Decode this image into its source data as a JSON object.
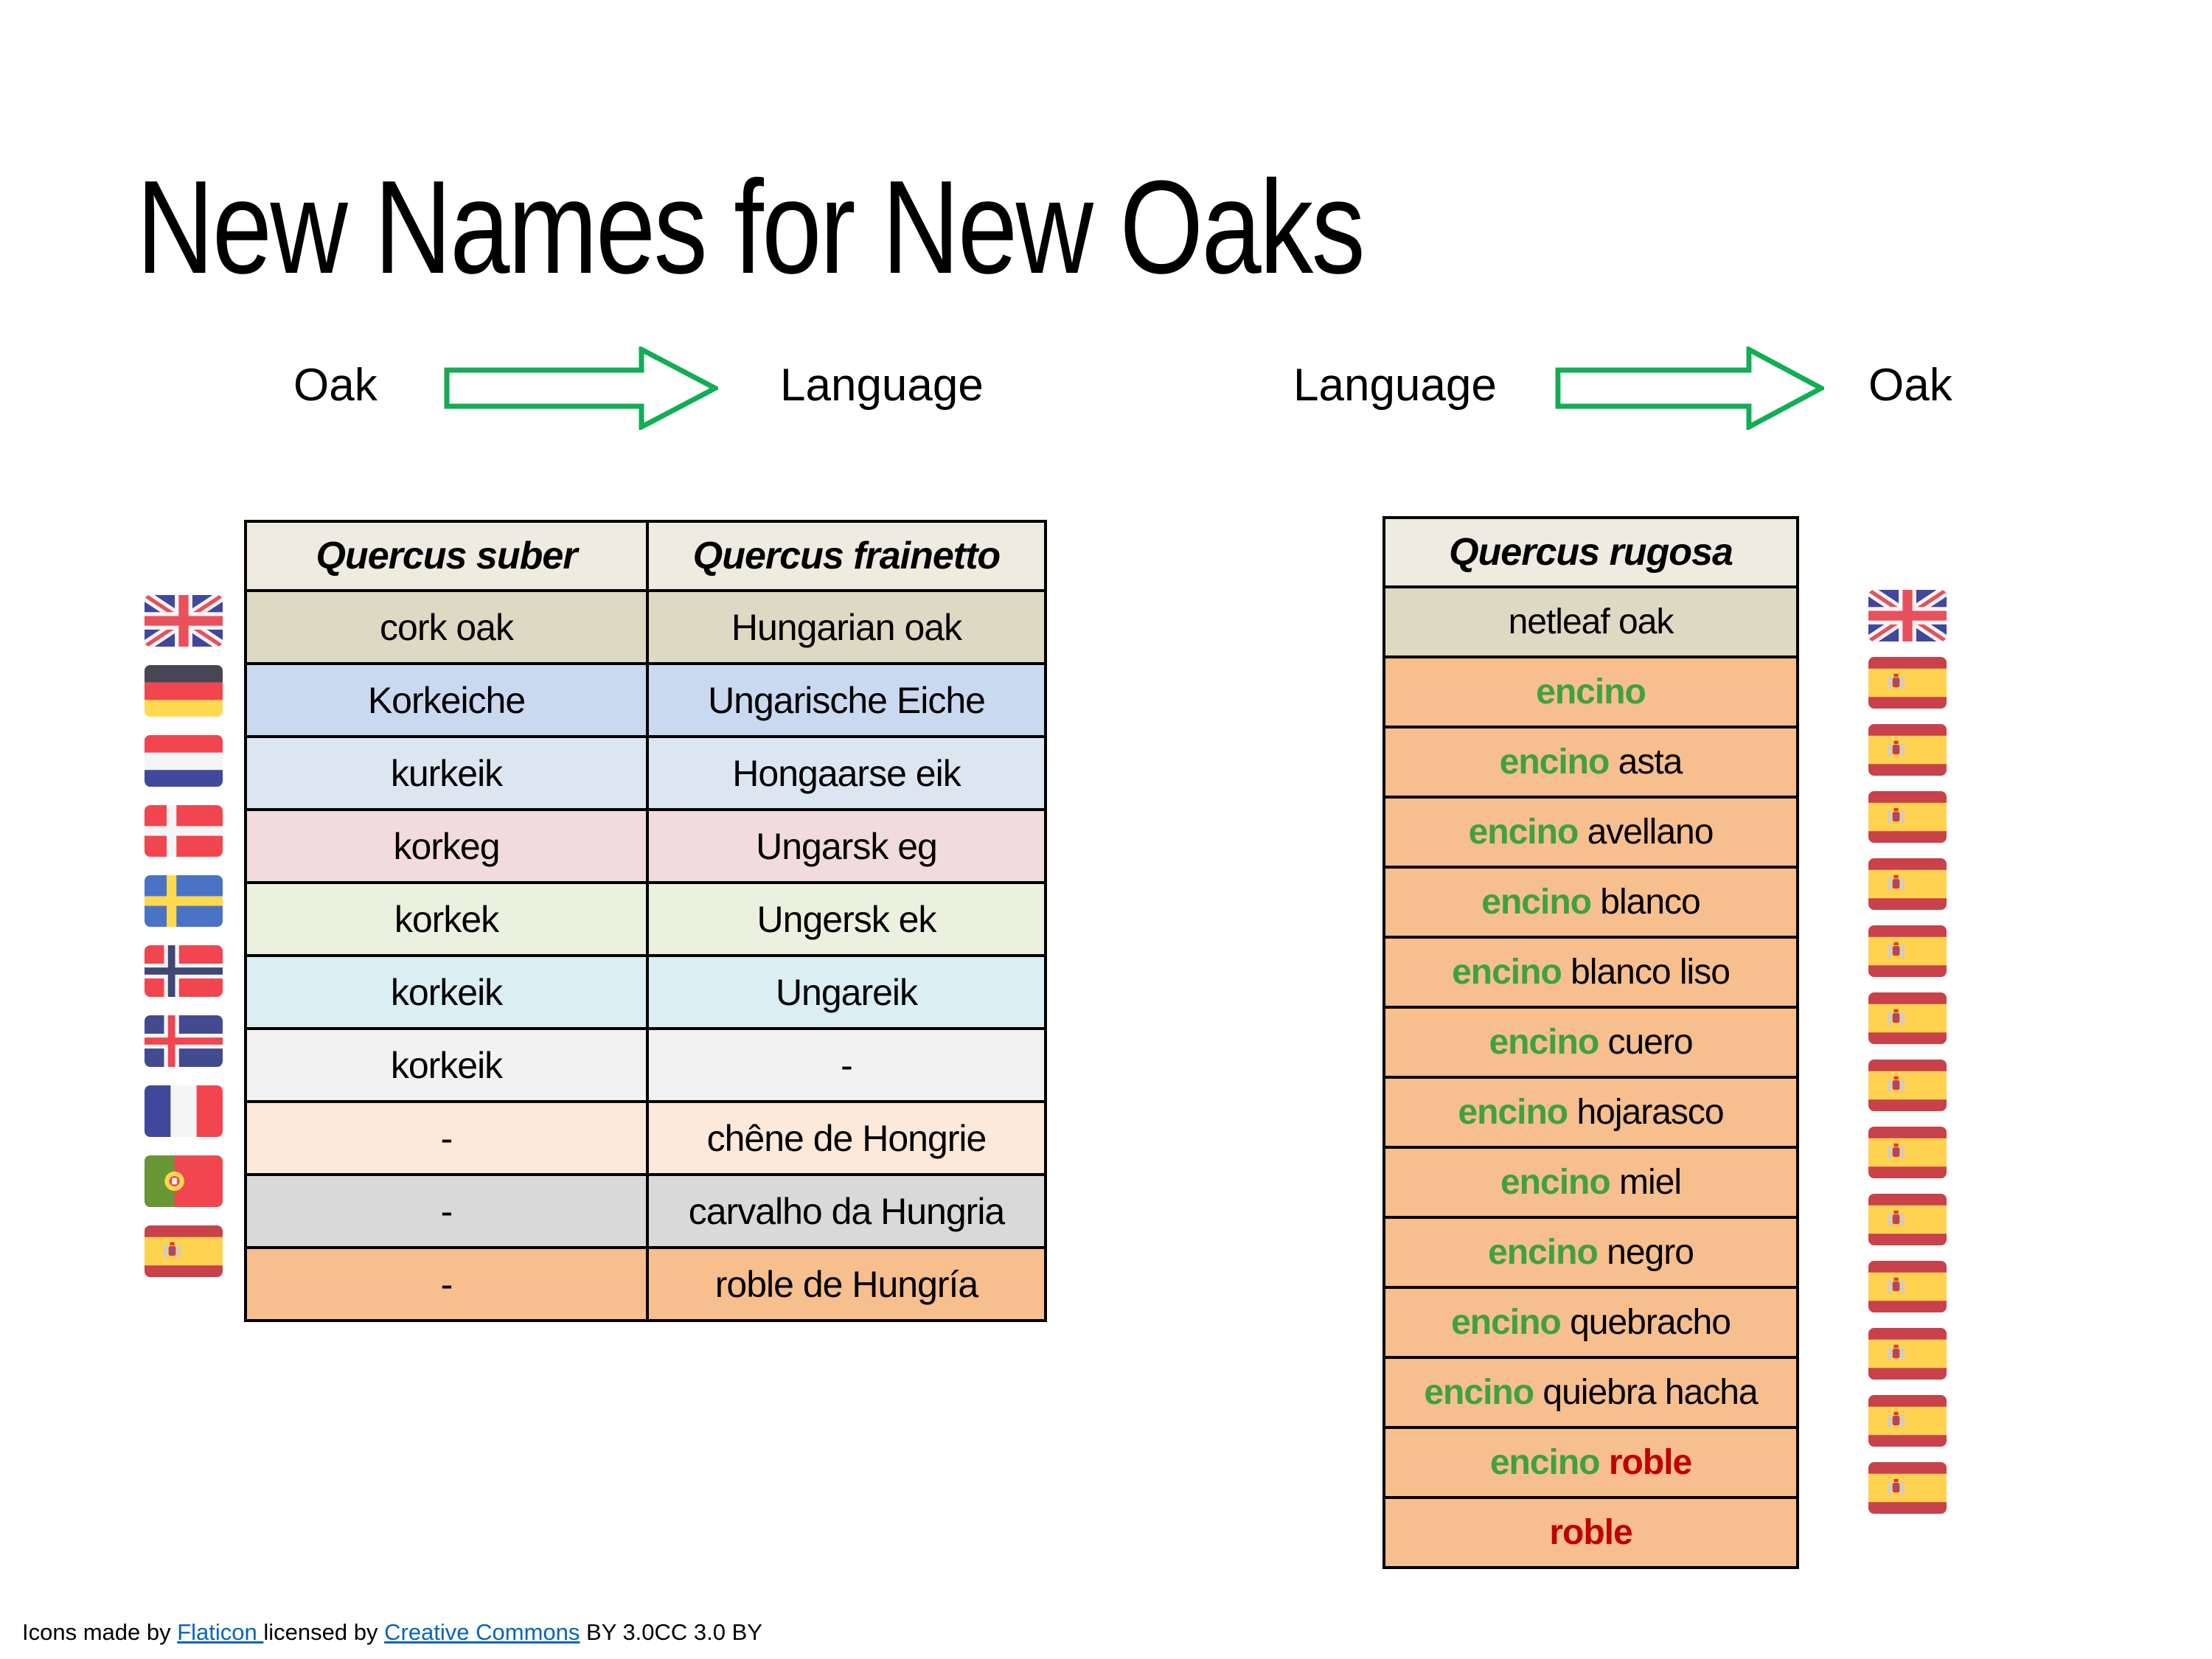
{
  "title": "New Names for New Oaks",
  "flows": [
    {
      "from": "Oak",
      "to": "Language"
    },
    {
      "from": "Language",
      "to": "Oak"
    }
  ],
  "colors": {
    "arrow_green": "#12AD55",
    "text_green": "#3EA23E",
    "text_red": "#C00000",
    "text_black": "#000000",
    "header_bg": "#EEECE1",
    "link_blue": "#0563C1"
  },
  "left_table": {
    "headers": [
      "Quercus suber",
      "Quercus frainetto"
    ],
    "rows": [
      {
        "flag": "united-kingdom",
        "cells": [
          "cork oak",
          "Hungarian oak"
        ],
        "bg": "#DDD9C3"
      },
      {
        "flag": "germany",
        "cells": [
          "Korkeiche",
          "Ungarische Eiche"
        ],
        "bg": "#C9D9F0"
      },
      {
        "flag": "netherlands",
        "cells": [
          "kurkeik",
          "Hongaarse eik"
        ],
        "bg": "#DCE6F1"
      },
      {
        "flag": "denmark",
        "cells": [
          "korkeg",
          "Ungarsk eg"
        ],
        "bg": "#F2DCDB"
      },
      {
        "flag": "sweden",
        "cells": [
          "korkek",
          "Ungersk ek"
        ],
        "bg": "#EBF1DE"
      },
      {
        "flag": "norway",
        "cells": [
          "korkeik",
          "Ungareik"
        ],
        "bg": "#DAEEF3"
      },
      {
        "flag": "iceland",
        "cells": [
          "korkeik",
          "-"
        ],
        "bg": "#F2F2F2"
      },
      {
        "flag": "france",
        "cells": [
          "-",
          "chêne de Hongrie"
        ],
        "bg": "#FDE9D9"
      },
      {
        "flag": "portugal",
        "cells": [
          "-",
          "carvalho da Hungria"
        ],
        "bg": "#D9D9D9"
      },
      {
        "flag": "spain",
        "cells": [
          "-",
          "roble de Hungría"
        ],
        "bg": "#F7BE8E"
      }
    ]
  },
  "right_table": {
    "header": "Quercus rugosa",
    "rows": [
      {
        "flag": "united-kingdom",
        "bg": "#DDD9C3",
        "parts": [
          {
            "text": "netleaf oak",
            "color": "black",
            "bold": false
          }
        ]
      },
      {
        "flag": "spain",
        "bg": "#F7BE8E",
        "parts": [
          {
            "text": "encino",
            "color": "green",
            "bold": true
          }
        ]
      },
      {
        "flag": "spain",
        "bg": "#F7BE8E",
        "parts": [
          {
            "text": "encino",
            "color": "green",
            "bold": true
          },
          {
            "text": " asta",
            "color": "black",
            "bold": false
          }
        ]
      },
      {
        "flag": "spain",
        "bg": "#F7BE8E",
        "parts": [
          {
            "text": "encino",
            "color": "green",
            "bold": true
          },
          {
            "text": " avellano",
            "color": "black",
            "bold": false
          }
        ]
      },
      {
        "flag": "spain",
        "bg": "#F7BE8E",
        "parts": [
          {
            "text": "encino",
            "color": "green",
            "bold": true
          },
          {
            "text": " blanco",
            "color": "black",
            "bold": false
          }
        ]
      },
      {
        "flag": "spain",
        "bg": "#F7BE8E",
        "parts": [
          {
            "text": "encino",
            "color": "green",
            "bold": true
          },
          {
            "text": " blanco liso",
            "color": "black",
            "bold": false
          }
        ]
      },
      {
        "flag": "spain",
        "bg": "#F7BE8E",
        "parts": [
          {
            "text": "encino",
            "color": "green",
            "bold": true
          },
          {
            "text": " cuero",
            "color": "black",
            "bold": false
          }
        ]
      },
      {
        "flag": "spain",
        "bg": "#F7BE8E",
        "parts": [
          {
            "text": "encino",
            "color": "green",
            "bold": true
          },
          {
            "text": " hojarasco",
            "color": "black",
            "bold": false
          }
        ]
      },
      {
        "flag": "spain",
        "bg": "#F7BE8E",
        "parts": [
          {
            "text": "encino",
            "color": "green",
            "bold": true
          },
          {
            "text": " miel",
            "color": "black",
            "bold": false
          }
        ]
      },
      {
        "flag": "spain",
        "bg": "#F7BE8E",
        "parts": [
          {
            "text": "encino",
            "color": "green",
            "bold": true
          },
          {
            "text": " negro",
            "color": "black",
            "bold": false
          }
        ]
      },
      {
        "flag": "spain",
        "bg": "#F7BE8E",
        "parts": [
          {
            "text": "encino",
            "color": "green",
            "bold": true
          },
          {
            "text": " quebracho",
            "color": "black",
            "bold": false
          }
        ]
      },
      {
        "flag": "spain",
        "bg": "#F7BE8E",
        "parts": [
          {
            "text": "encino",
            "color": "green",
            "bold": true
          },
          {
            "text": " quiebra hacha",
            "color": "black",
            "bold": false
          }
        ]
      },
      {
        "flag": "spain",
        "bg": "#F7BE8E",
        "parts": [
          {
            "text": "encino",
            "color": "green",
            "bold": true
          },
          {
            "text": " roble",
            "color": "red",
            "bold": true
          }
        ]
      },
      {
        "flag": "spain",
        "bg": "#F7BE8E",
        "parts": [
          {
            "text": "roble",
            "color": "red",
            "bold": true
          }
        ]
      }
    ]
  },
  "footer": {
    "parts": [
      {
        "text": "Icons made by ",
        "link": false
      },
      {
        "text": "Flaticon ",
        "link": true
      },
      {
        "text": "licensed by ",
        "link": false
      },
      {
        "text": "Creative Commons",
        "link": true
      },
      {
        "text": " BY 3.0CC 3.0 BY",
        "link": false
      }
    ]
  }
}
